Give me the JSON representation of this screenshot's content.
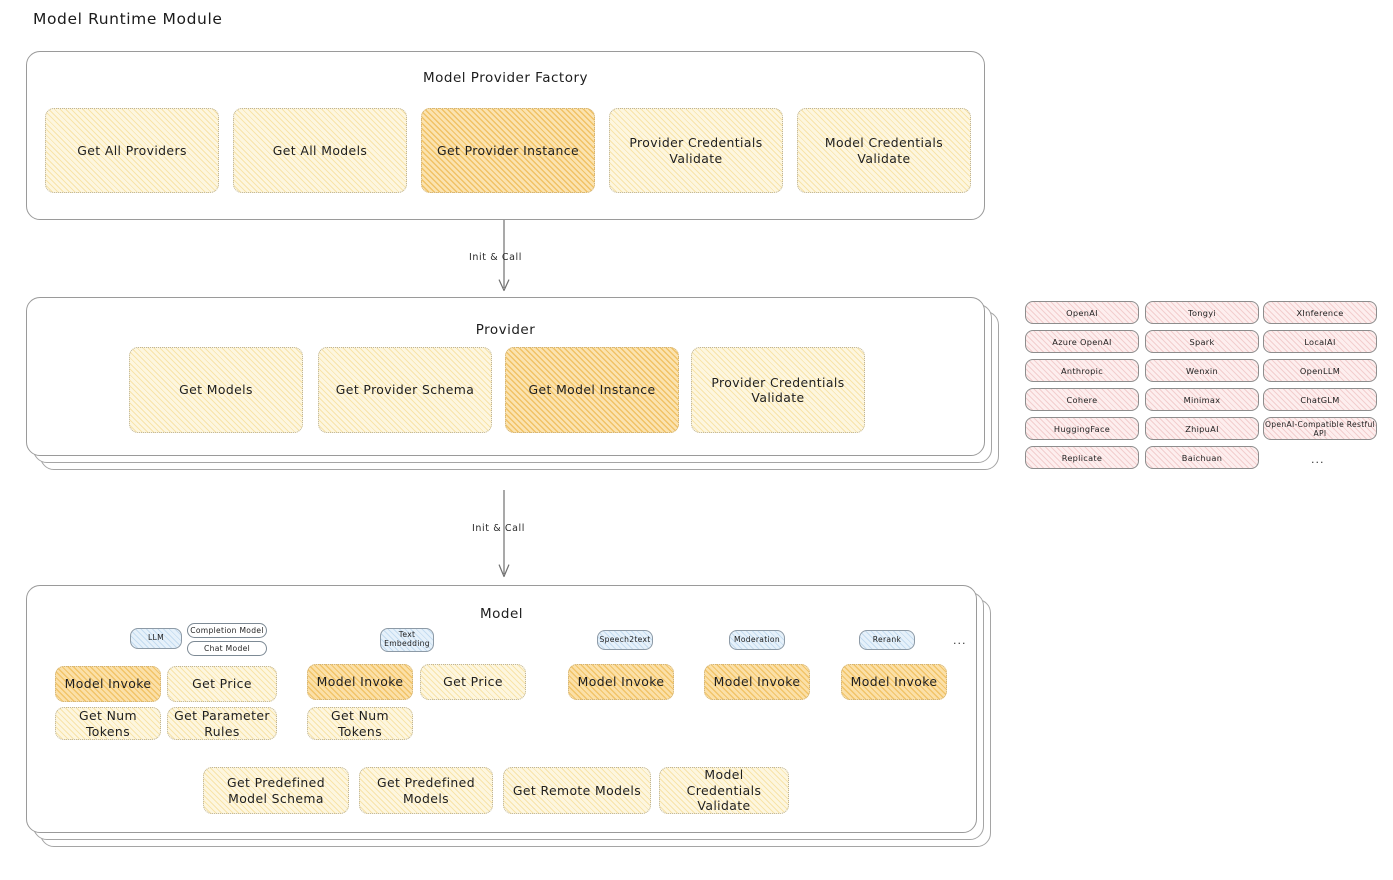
{
  "page": {
    "title": "Model Runtime Module"
  },
  "factory": {
    "title": "Model Provider Factory",
    "boxes": [
      {
        "label": "Get All Providers",
        "highlight": false
      },
      {
        "label": "Get All Models",
        "highlight": false
      },
      {
        "label": "Get Provider Instance",
        "highlight": true
      },
      {
        "label": "Provider Credentials Validate",
        "highlight": false
      },
      {
        "label": "Model Credentials Validate",
        "highlight": false
      }
    ]
  },
  "arrow1": {
    "label": "Init & Call"
  },
  "provider": {
    "title": "Provider",
    "boxes": [
      {
        "label": "Get Models",
        "highlight": false
      },
      {
        "label": "Get Provider Schema",
        "highlight": false
      },
      {
        "label": "Get Model Instance",
        "highlight": true
      },
      {
        "label": "Provider Credentials Validate",
        "highlight": false
      }
    ]
  },
  "arrow2": {
    "label": "Init & Call"
  },
  "provider_list": {
    "columns": [
      [
        "OpenAI",
        "Azure OpenAI",
        "Anthropic",
        "Cohere",
        "HuggingFace",
        "Replicate"
      ],
      [
        "Tongyi",
        "Spark",
        "Wenxin",
        "Minimax",
        "ZhipuAI",
        "Baichuan"
      ],
      [
        "XInference",
        "LocalAI",
        "OpenLLM",
        "ChatGLM",
        "OpenAI-Compatible Restful API"
      ]
    ],
    "ellipsis": "..."
  },
  "model": {
    "title": "Model",
    "ellipsis": "...",
    "types": [
      {
        "name": "LLM",
        "sub": [
          "Completion Model",
          "Chat Model"
        ]
      },
      {
        "name": "Text Embedding",
        "sub": []
      },
      {
        "name": "Speech2text",
        "sub": []
      },
      {
        "name": "Moderation",
        "sub": []
      },
      {
        "name": "Rerank",
        "sub": []
      }
    ],
    "groups": [
      {
        "type": "LLM",
        "boxes": [
          "Model Invoke",
          "Get Price",
          "Get Num Tokens",
          "Get Parameter Rules"
        ]
      },
      {
        "type": "Text Embedding",
        "boxes": [
          "Model Invoke",
          "Get Price",
          "Get Num Tokens"
        ]
      },
      {
        "type": "Speech2text",
        "boxes": [
          "Model Invoke"
        ]
      },
      {
        "type": "Moderation",
        "boxes": [
          "Model Invoke"
        ]
      },
      {
        "type": "Rerank",
        "boxes": [
          "Model Invoke"
        ]
      }
    ],
    "bottom_boxes": [
      "Get Predefined Model Schema",
      "Get Predefined Models",
      "Get Remote Models",
      "Model Credentials Validate"
    ]
  },
  "colors": {
    "highlight": "#f0c04f",
    "soft_yellow": "#fdf6df",
    "provider_chip": "#fdeeee",
    "model_type_chip": "#e6f1fa",
    "panel_border": "#9a9a9a"
  }
}
